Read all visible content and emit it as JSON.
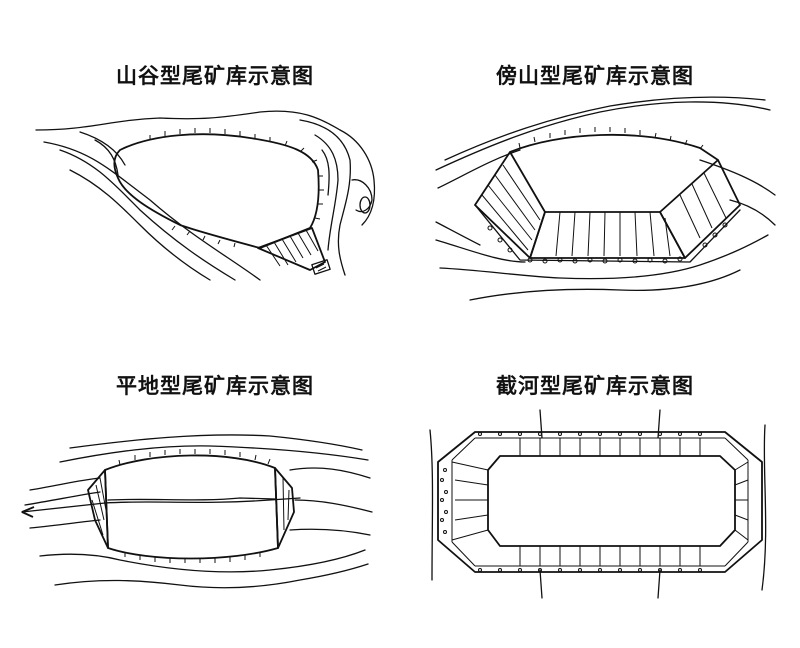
{
  "panels": [
    {
      "title": "山谷型尾矿库示意图"
    },
    {
      "title": "傍山型尾矿库示意图"
    },
    {
      "title": "平地型尾矿库示意图"
    },
    {
      "title": "截河型尾矿库示意图"
    }
  ]
}
